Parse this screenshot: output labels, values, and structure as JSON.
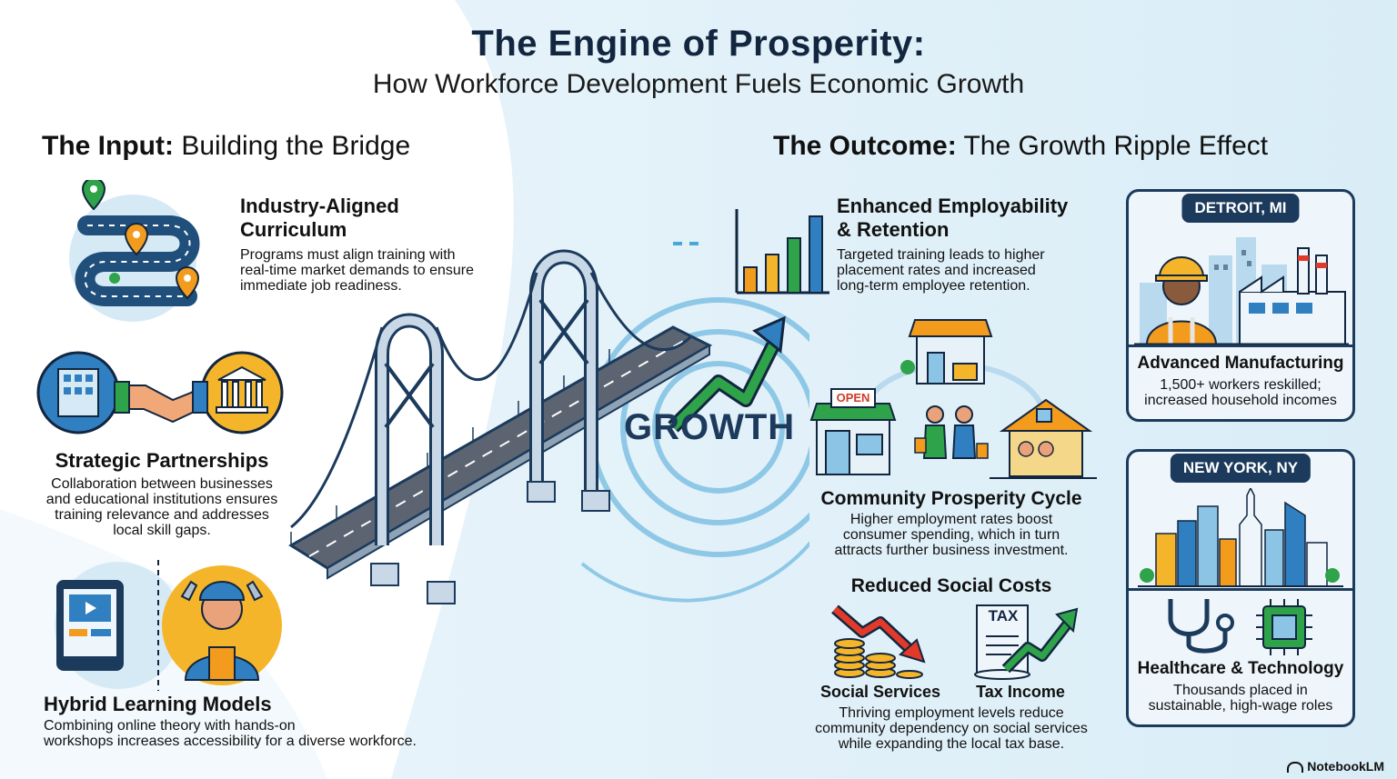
{
  "header": {
    "title": "The Engine of Prosperity:",
    "subtitle": "How Workforce Development Fuels Economic Growth"
  },
  "input": {
    "label_bold": "The Input:",
    "label_rest": "Building the Bridge",
    "items": [
      {
        "title_line1": "Industry-Aligned",
        "title_line2": "Curriculum",
        "text_lines": [
          "Programs must align training with",
          "real-time market demands to ensure",
          "immediate job readiness."
        ]
      },
      {
        "title": "Strategic Partnerships",
        "text_lines": [
          "Collaboration between businesses",
          "and educational institutions ensures",
          "training relevance and addresses",
          "local skill gaps."
        ]
      },
      {
        "title": "Hybrid Learning Models",
        "text_lines": [
          "Combining online theory with hands-on",
          "workshops increases accessibility for a diverse workforce."
        ]
      }
    ]
  },
  "center": {
    "growth_label": "GROWTH"
  },
  "outcome": {
    "label_bold": "The Outcome:",
    "label_rest": "The Growth Ripple Effect",
    "employability": {
      "title_line1": "Enhanced Employability",
      "title_line2": "& Retention",
      "text_lines": [
        "Targeted training leads to higher",
        "placement rates and increased",
        "long-term employee retention."
      ]
    },
    "community": {
      "open_sign": "OPEN",
      "title": "Community Prosperity Cycle",
      "text_lines": [
        "Higher employment rates boost",
        "consumer spending, which in turn",
        "attracts further business investment."
      ]
    },
    "social": {
      "title": "Reduced Social Costs",
      "tax_label": "TAX",
      "label_left": "Social Services",
      "label_right": "Tax Income",
      "text_lines": [
        "Thriving employment levels reduce",
        "community dependency on social services",
        "while expanding the local tax base."
      ]
    }
  },
  "cities": [
    {
      "tag": "DETROIT, MI",
      "title": "Advanced Manufacturing",
      "text_lines": [
        "1,500+ workers reskilled;",
        "increased household incomes"
      ]
    },
    {
      "tag": "NEW YORK, NY",
      "title": "Healthcare & Technology",
      "text_lines": [
        "Thousands placed in",
        "sustainable, high-wage roles"
      ]
    }
  ],
  "brand": "NotebookLM",
  "colors": {
    "navy": "#12263f",
    "blue": "#2f7fc1",
    "green": "#2fa34a",
    "orange": "#f29b1d",
    "teal": "#1f8fb5"
  }
}
